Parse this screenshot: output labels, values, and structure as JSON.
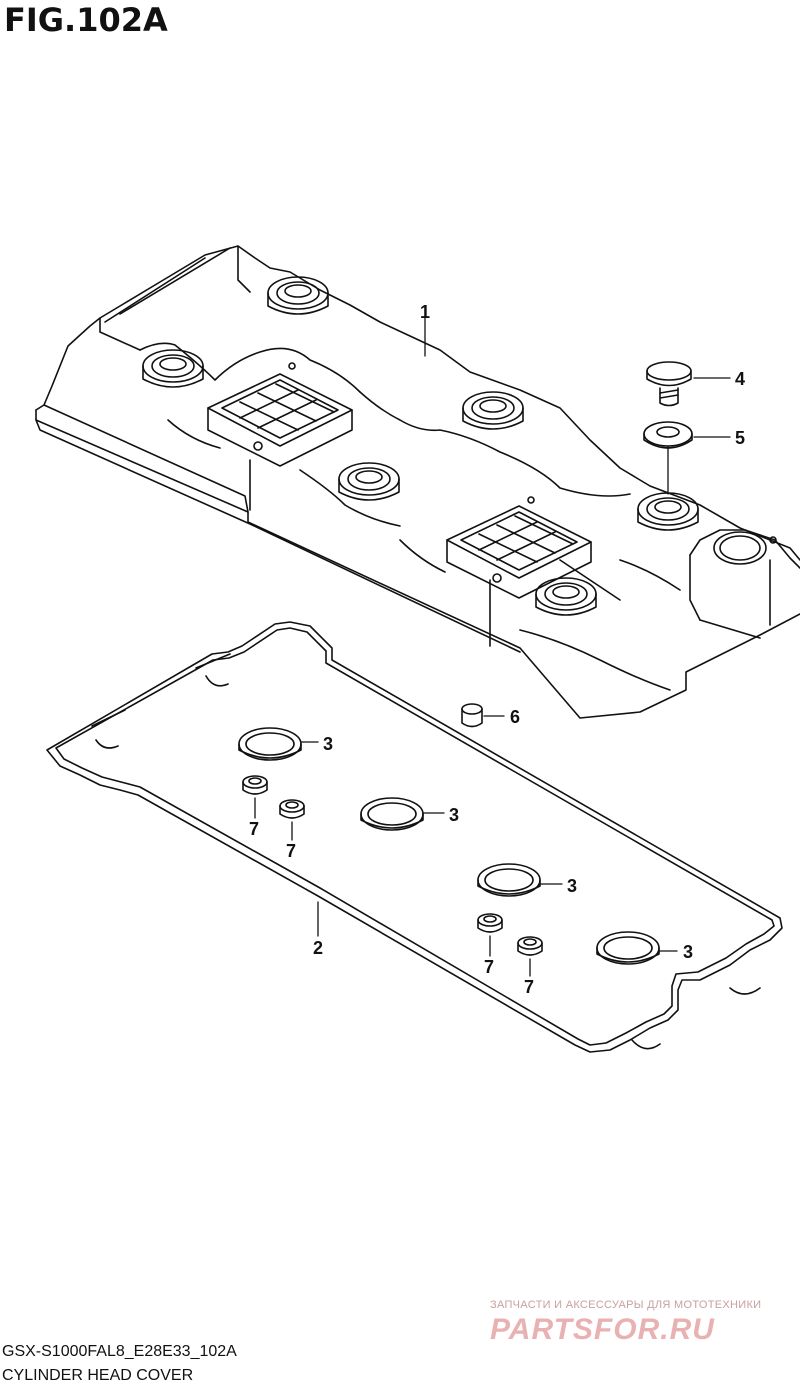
{
  "figure": {
    "title": "FIG.102A",
    "code": "GSX-S1000FAL8_E28E33_102A",
    "name": "CYLINDER HEAD COVER"
  },
  "callouts": [
    {
      "id": "c1",
      "label": "1"
    },
    {
      "id": "c2",
      "label": "2"
    },
    {
      "id": "c3a",
      "label": "3"
    },
    {
      "id": "c3b",
      "label": "3"
    },
    {
      "id": "c3c",
      "label": "3"
    },
    {
      "id": "c3d",
      "label": "3"
    },
    {
      "id": "c4",
      "label": "4"
    },
    {
      "id": "c5",
      "label": "5"
    },
    {
      "id": "c6",
      "label": "6"
    },
    {
      "id": "c7a",
      "label": "7"
    },
    {
      "id": "c7b",
      "label": "7"
    },
    {
      "id": "c7c",
      "label": "7"
    },
    {
      "id": "c7d",
      "label": "7"
    }
  ],
  "watermark": {
    "subtitle": "ЗАПЧАСТИ И АКСЕССУАРЫ ДЛЯ МОТОТЕХНИКИ",
    "logo": "PARTSFOR.RU"
  }
}
